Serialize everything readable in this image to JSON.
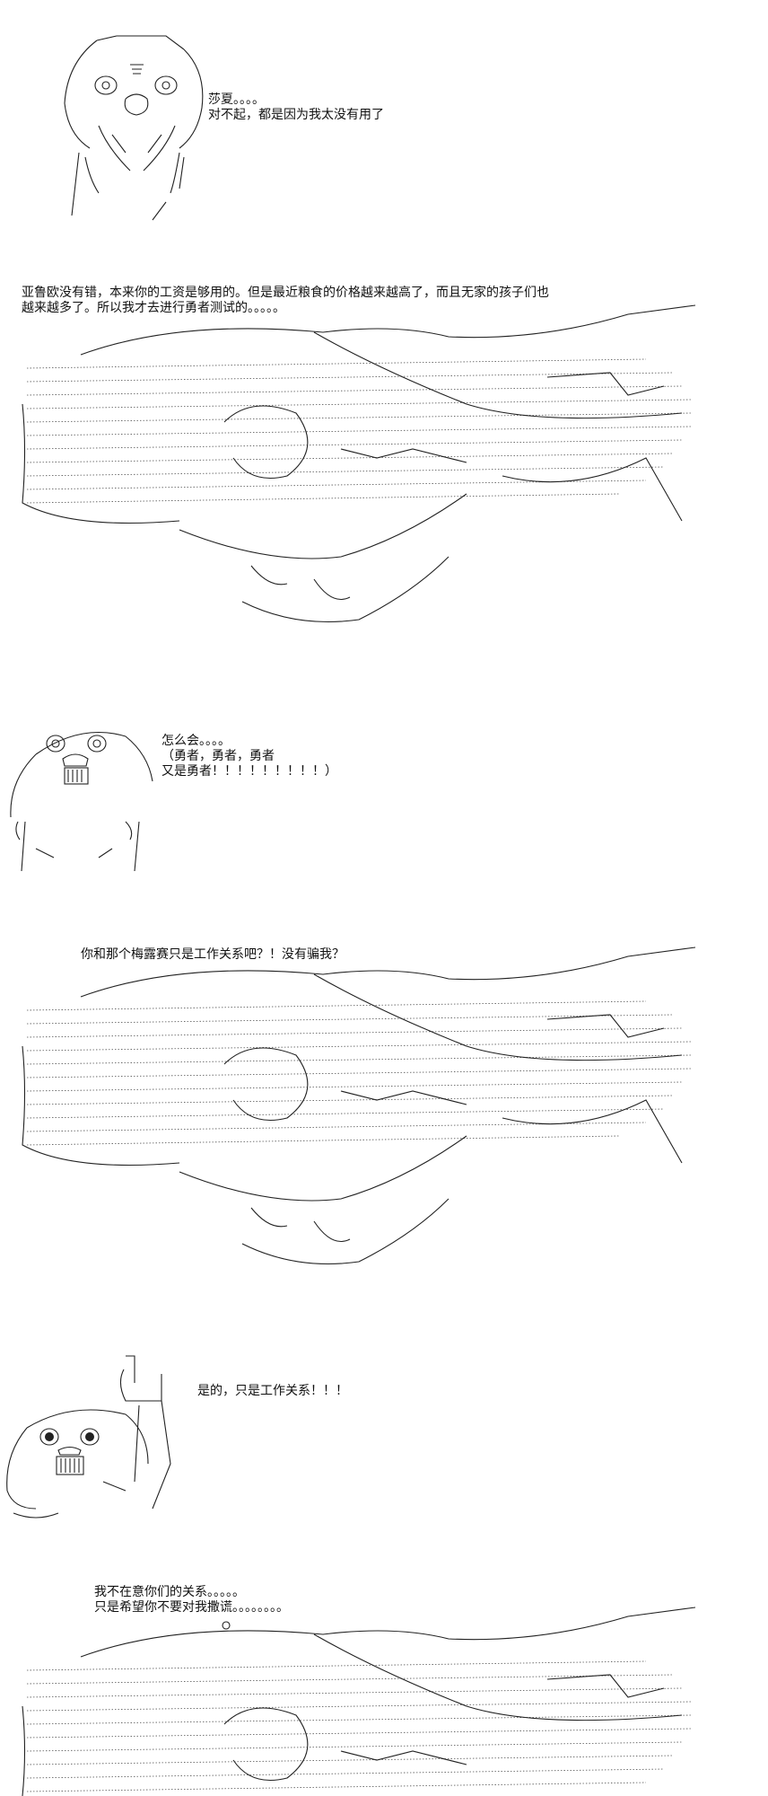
{
  "panels": [
    {
      "id": "p1",
      "lines": [
        "莎夏。。。。",
        "对不起，都是因为我太没有用了"
      ]
    },
    {
      "id": "p2",
      "lines": [
        "亚鲁欧没有错，本来你的工资是够用的。但是最近粮食的价格越来越高了，而且无家的孩子们也",
        "越来越多了。所以我才去进行勇者测试的。。。。。"
      ]
    },
    {
      "id": "p3",
      "lines": [
        "怎么会。。。。",
        "（勇者，勇者，勇者",
        "又是勇者！！！！！！！！！）"
      ]
    },
    {
      "id": "p4",
      "lines": [
        "你和那个梅露赛只是工作关系吧？！没有骗我？"
      ]
    },
    {
      "id": "p5",
      "lines": [
        "是的，只是工作关系！！！"
      ]
    },
    {
      "id": "p6",
      "lines": [
        "我不在意你们的关系。。。。。",
        "只是希望你不要对我撒谎。。。。。。。。"
      ]
    }
  ]
}
